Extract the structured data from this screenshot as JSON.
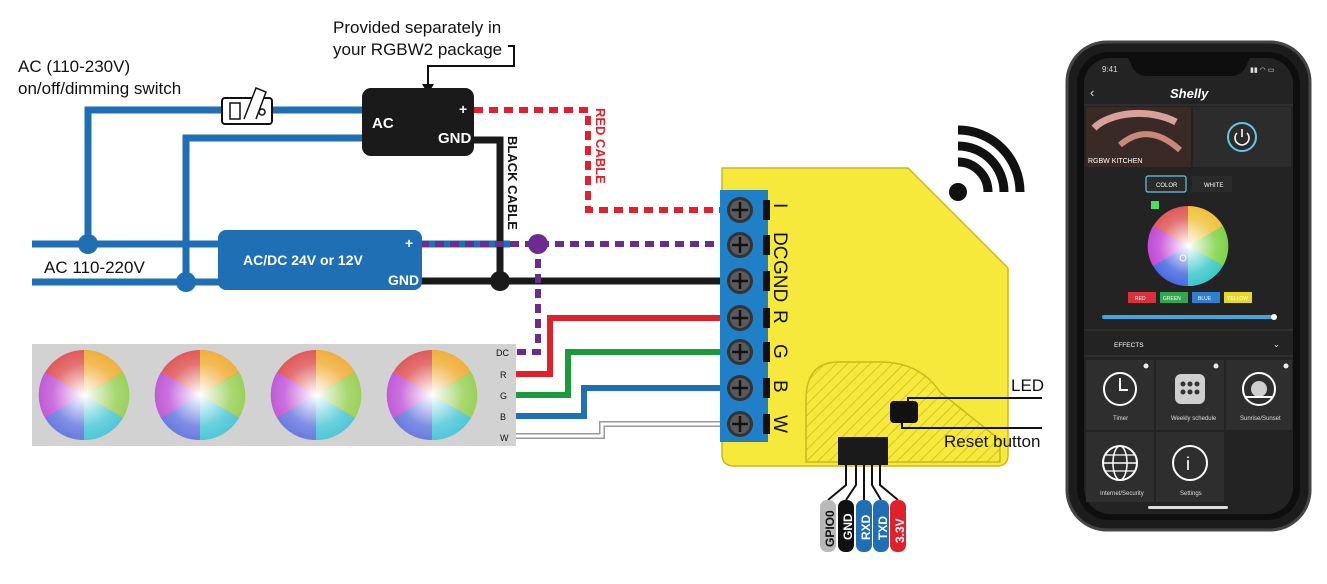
{
  "header": {
    "provided_line1": "Provided separately in",
    "provided_line2": "your RGBW2 package"
  },
  "switch_label": {
    "line1": "AC (110-230V)",
    "line2": "on/off/dimming switch"
  },
  "mains_label": "AC 110-220V",
  "ac_adapter": {
    "ac": "AC",
    "plus": "+",
    "gnd": "GND"
  },
  "psu": {
    "label": "AC/DC 24V or 12V",
    "plus": "+",
    "gnd": "GND"
  },
  "cables": {
    "red": "RED CABLE",
    "black": "BLACK CABLE"
  },
  "strip_pins": [
    "DC",
    "R",
    "G",
    "B",
    "W"
  ],
  "device_terminals": [
    "I",
    "DC",
    "GND",
    "R",
    "G",
    "B",
    "W"
  ],
  "callouts": {
    "led": "LED",
    "reset": "Reset button"
  },
  "header_pins": [
    {
      "label": "GPIO0",
      "color": "#b9b9b9"
    },
    {
      "label": "GND",
      "color": "#111111"
    },
    {
      "label": "RXD",
      "color": "#1f6fb5"
    },
    {
      "label": "TXD",
      "color": "#1f6fb5"
    },
    {
      "label": "3.3V",
      "color": "#e0202a"
    }
  ],
  "colors": {
    "blue": "#1f6fb5",
    "red": "#e0202a",
    "purple": "#6a2d8f",
    "green": "#1a9a3a",
    "yellow": "#f6e93b",
    "black": "#1a1a1a"
  },
  "phone": {
    "time": "9:41",
    "brand": "Shelly",
    "device_name": "RGBW KITCHEN",
    "tab_color": "COLOR",
    "tab_white": "WHITE",
    "color_buttons": [
      {
        "label": "RED",
        "color": "#d9313b"
      },
      {
        "label": "GREEN",
        "color": "#2fa84f"
      },
      {
        "label": "BLUE",
        "color": "#2d7fd3"
      },
      {
        "label": "YELLOW",
        "color": "#e6d829"
      }
    ],
    "effects_label": "EFFECTS",
    "tiles": [
      {
        "label": "Timer",
        "icon": "clock-icon"
      },
      {
        "label": "Weekly schedule",
        "icon": "calendar-icon"
      },
      {
        "label": "Sunrise/Sunset",
        "icon": "sunrise-icon"
      },
      {
        "label": "Internet/Security",
        "icon": "globe-icon"
      },
      {
        "label": "Settings",
        "icon": "info-icon"
      }
    ]
  }
}
